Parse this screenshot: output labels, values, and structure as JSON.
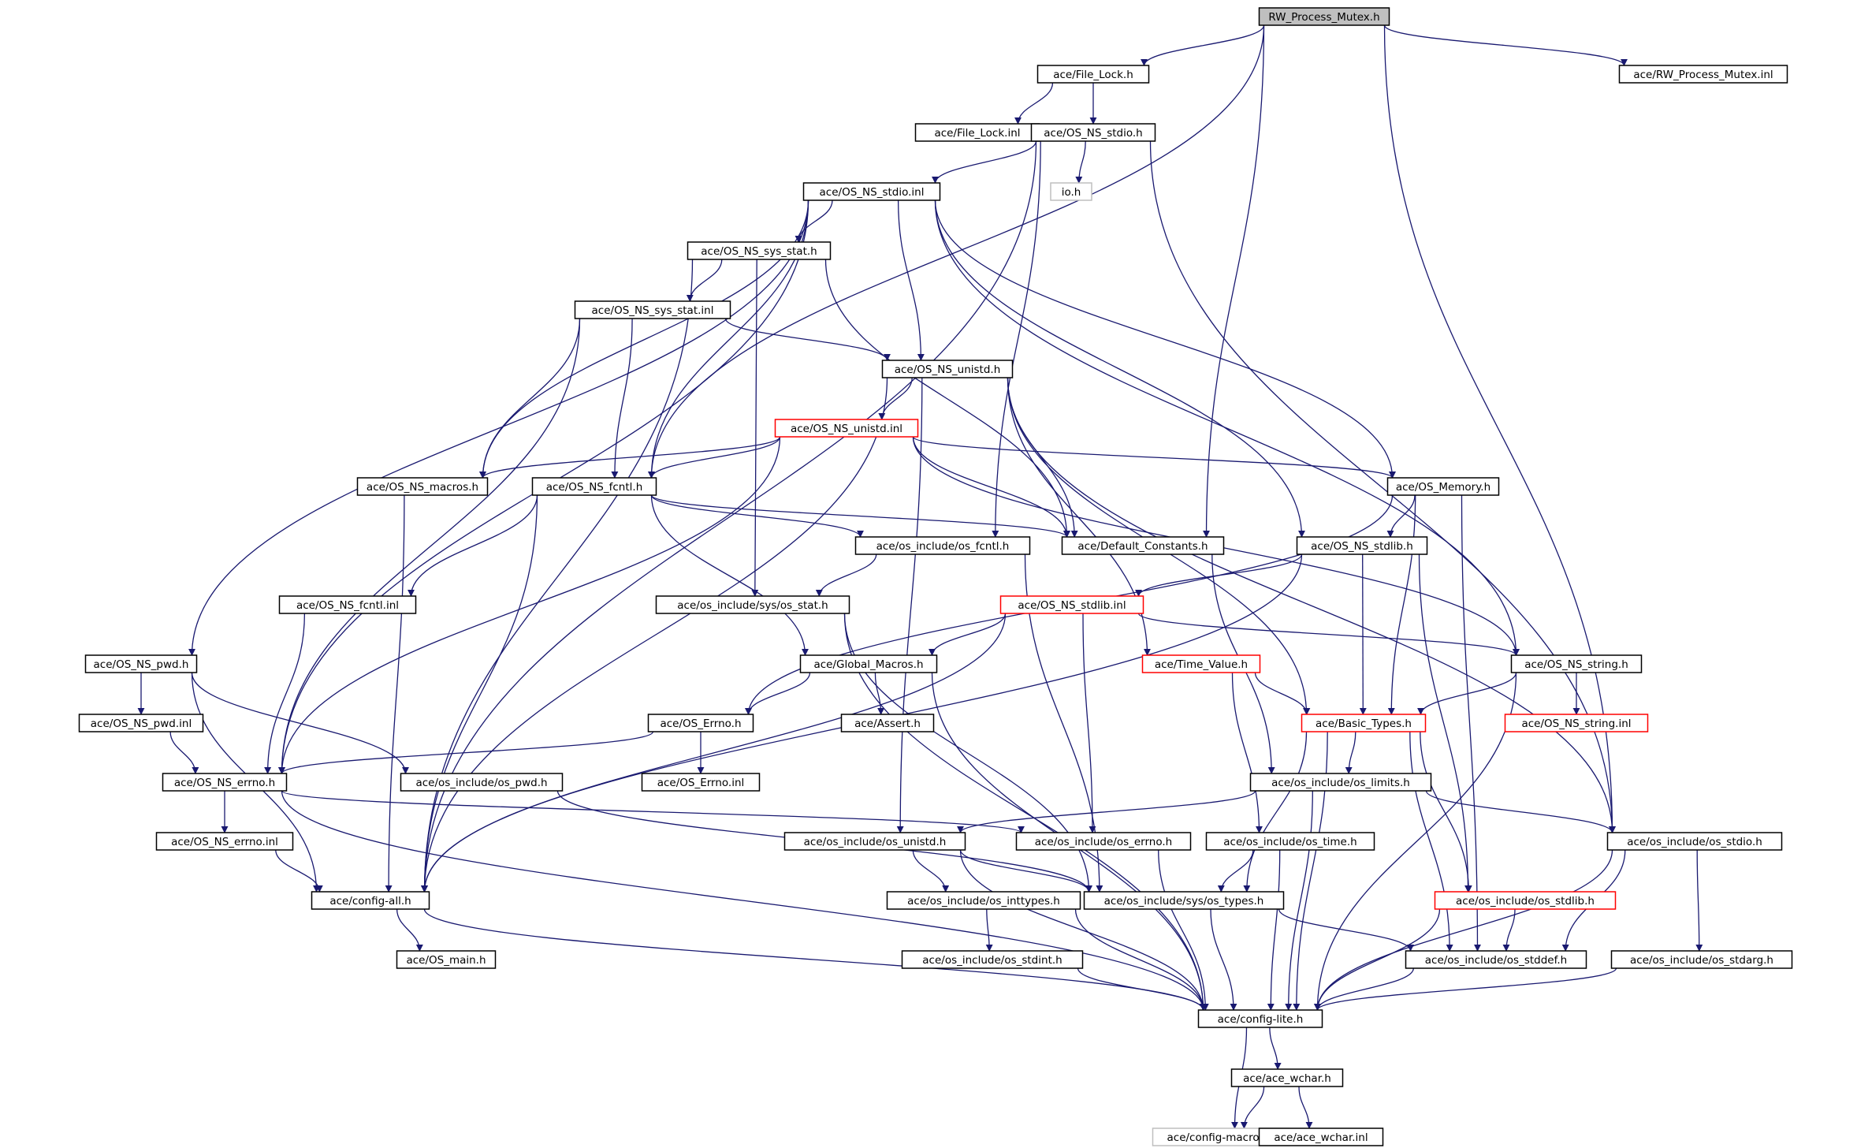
{
  "graph": {
    "colors": {
      "edge": "#191970",
      "border_normal": "#000000",
      "border_truncated": "#ff0000",
      "border_missing": "#bfbfbf",
      "fill_root": "#bfbfbf",
      "fill_normal": "#ffffff"
    },
    "nodes": [
      {
        "id": "root",
        "label": "RW_Process_Mutex.h",
        "style": "root"
      },
      {
        "id": "file_lock_h",
        "label": "ace/File_Lock.h",
        "style": "normal"
      },
      {
        "id": "rw_inl",
        "label": "ace/RW_Process_Mutex.inl",
        "style": "normal"
      },
      {
        "id": "file_lock_inl",
        "label": "ace/File_Lock.inl",
        "style": "normal"
      },
      {
        "id": "os_ns_stdio_h",
        "label": "ace/OS_NS_stdio.h",
        "style": "normal"
      },
      {
        "id": "io_h",
        "label": "io.h",
        "style": "missing"
      },
      {
        "id": "os_ns_stdio_inl",
        "label": "ace/OS_NS_stdio.inl",
        "style": "normal"
      },
      {
        "id": "sys_stat_h",
        "label": "ace/OS_NS_sys_stat.h",
        "style": "normal"
      },
      {
        "id": "sys_stat_inl",
        "label": "ace/OS_NS_sys_stat.inl",
        "style": "normal"
      },
      {
        "id": "unistd_h",
        "label": "ace/OS_NS_unistd.h",
        "style": "normal"
      },
      {
        "id": "unistd_inl",
        "label": "ace/OS_NS_unistd.inl",
        "style": "truncated"
      },
      {
        "id": "macros_h",
        "label": "ace/OS_NS_macros.h",
        "style": "normal"
      },
      {
        "id": "fcntl_h",
        "label": "ace/OS_NS_fcntl.h",
        "style": "normal"
      },
      {
        "id": "memory_h",
        "label": "ace/OS_Memory.h",
        "style": "normal"
      },
      {
        "id": "os_fcntl_h",
        "label": "ace/os_include/os_fcntl.h",
        "style": "normal"
      },
      {
        "id": "default_constants_h",
        "label": "ace/Default_Constants.h",
        "style": "normal"
      },
      {
        "id": "stdlib_h",
        "label": "ace/OS_NS_stdlib.h",
        "style": "normal"
      },
      {
        "id": "fcntl_inl",
        "label": "ace/OS_NS_fcntl.inl",
        "style": "normal"
      },
      {
        "id": "os_stat_h",
        "label": "ace/os_include/sys/os_stat.h",
        "style": "normal"
      },
      {
        "id": "stdlib_inl",
        "label": "ace/OS_NS_stdlib.inl",
        "style": "truncated"
      },
      {
        "id": "pwd_h",
        "label": "ace/OS_NS_pwd.h",
        "style": "normal"
      },
      {
        "id": "global_macros_h",
        "label": "ace/Global_Macros.h",
        "style": "normal"
      },
      {
        "id": "time_value_h",
        "label": "ace/Time_Value.h",
        "style": "truncated"
      },
      {
        "id": "string_h",
        "label": "ace/OS_NS_string.h",
        "style": "normal"
      },
      {
        "id": "pwd_inl",
        "label": "ace/OS_NS_pwd.inl",
        "style": "normal"
      },
      {
        "id": "os_errno_hdr",
        "label": "ace/OS_Errno.h",
        "style": "normal"
      },
      {
        "id": "assert_h",
        "label": "ace/Assert.h",
        "style": "normal"
      },
      {
        "id": "basic_types_h",
        "label": "ace/Basic_Types.h",
        "style": "truncated"
      },
      {
        "id": "string_inl",
        "label": "ace/OS_NS_string.inl",
        "style": "truncated"
      },
      {
        "id": "errno_h",
        "label": "ace/OS_NS_errno.h",
        "style": "normal"
      },
      {
        "id": "os_pwd_h",
        "label": "ace/os_include/os_pwd.h",
        "style": "normal"
      },
      {
        "id": "os_errno_inl",
        "label": "ace/OS_Errno.inl",
        "style": "normal"
      },
      {
        "id": "os_limits_h",
        "label": "ace/os_include/os_limits.h",
        "style": "normal"
      },
      {
        "id": "errno_inl",
        "label": "ace/OS_NS_errno.inl",
        "style": "normal"
      },
      {
        "id": "os_unistd_h",
        "label": "ace/os_include/os_unistd.h",
        "style": "normal"
      },
      {
        "id": "os_errno_h",
        "label": "ace/os_include/os_errno.h",
        "style": "normal"
      },
      {
        "id": "os_time_h",
        "label": "ace/os_include/os_time.h",
        "style": "normal"
      },
      {
        "id": "os_stdio_h",
        "label": "ace/os_include/os_stdio.h",
        "style": "normal"
      },
      {
        "id": "config_all_h",
        "label": "ace/config-all.h",
        "style": "normal"
      },
      {
        "id": "os_inttypes_h",
        "label": "ace/os_include/os_inttypes.h",
        "style": "normal"
      },
      {
        "id": "os_types_h",
        "label": "ace/os_include/sys/os_types.h",
        "style": "normal"
      },
      {
        "id": "os_stdlib_h",
        "label": "ace/os_include/os_stdlib.h",
        "style": "truncated"
      },
      {
        "id": "os_main_h",
        "label": "ace/OS_main.h",
        "style": "normal"
      },
      {
        "id": "os_stdint_h",
        "label": "ace/os_include/os_stdint.h",
        "style": "normal"
      },
      {
        "id": "os_stddef_h",
        "label": "ace/os_include/os_stddef.h",
        "style": "normal"
      },
      {
        "id": "os_stdarg_h",
        "label": "ace/os_include/os_stdarg.h",
        "style": "normal"
      },
      {
        "id": "config_lite_h",
        "label": "ace/config-lite.h",
        "style": "normal"
      },
      {
        "id": "ace_wchar_h",
        "label": "ace/ace_wchar.h",
        "style": "normal"
      },
      {
        "id": "config_macros_h",
        "label": "ace/config-macros.h",
        "style": "missing"
      },
      {
        "id": "ace_wchar_inl",
        "label": "ace/ace_wchar.inl",
        "style": "normal"
      }
    ],
    "edges": [
      [
        "root",
        "file_lock_h"
      ],
      [
        "root",
        "rw_inl"
      ],
      [
        "root",
        "fcntl_h"
      ],
      [
        "root",
        "default_constants_h"
      ],
      [
        "root",
        "os_stdio_h"
      ],
      [
        "file_lock_h",
        "file_lock_inl"
      ],
      [
        "file_lock_h",
        "os_ns_stdio_h"
      ],
      [
        "os_ns_stdio_h",
        "io_h"
      ],
      [
        "os_ns_stdio_h",
        "os_ns_stdio_inl"
      ],
      [
        "os_ns_stdio_h",
        "config_all_h"
      ],
      [
        "os_ns_stdio_h",
        "os_fcntl_h"
      ],
      [
        "os_ns_stdio_h",
        "os_stdio_h"
      ],
      [
        "os_ns_stdio_inl",
        "sys_stat_h"
      ],
      [
        "os_ns_stdio_inl",
        "unistd_h"
      ],
      [
        "os_ns_stdio_inl",
        "macros_h"
      ],
      [
        "os_ns_stdio_inl",
        "fcntl_h"
      ],
      [
        "os_ns_stdio_inl",
        "memory_h"
      ],
      [
        "os_ns_stdio_inl",
        "stdlib_h"
      ],
      [
        "os_ns_stdio_inl",
        "string_h"
      ],
      [
        "os_ns_stdio_inl",
        "pwd_h"
      ],
      [
        "os_ns_stdio_inl",
        "errno_h"
      ],
      [
        "sys_stat_h",
        "sys_stat_inl"
      ],
      [
        "sys_stat_h",
        "os_stat_h"
      ],
      [
        "sys_stat_h",
        "default_constants_h"
      ],
      [
        "sys_stat_h",
        "config_all_h"
      ],
      [
        "sys_stat_inl",
        "unistd_h"
      ],
      [
        "sys_stat_inl",
        "macros_h"
      ],
      [
        "sys_stat_inl",
        "fcntl_h"
      ],
      [
        "sys_stat_inl",
        "errno_h"
      ],
      [
        "unistd_h",
        "unistd_inl"
      ],
      [
        "unistd_h",
        "time_value_h"
      ],
      [
        "unistd_h",
        "basic_types_h"
      ],
      [
        "unistd_h",
        "os_unistd_h"
      ],
      [
        "unistd_h",
        "os_stdio_h"
      ],
      [
        "unistd_h",
        "config_all_h"
      ],
      [
        "unistd_h",
        "default_constants_h"
      ],
      [
        "unistd_inl",
        "macros_h"
      ],
      [
        "unistd_inl",
        "fcntl_h"
      ],
      [
        "unistd_inl",
        "memory_h"
      ],
      [
        "unistd_inl",
        "default_constants_h"
      ],
      [
        "unistd_inl",
        "string_h"
      ],
      [
        "unistd_inl",
        "errno_h"
      ],
      [
        "macros_h",
        "config_all_h"
      ],
      [
        "fcntl_h",
        "fcntl_inl"
      ],
      [
        "fcntl_h",
        "os_fcntl_h"
      ],
      [
        "fcntl_h",
        "global_macros_h"
      ],
      [
        "fcntl_h",
        "default_constants_h"
      ],
      [
        "fcntl_h",
        "config_all_h"
      ],
      [
        "memory_h",
        "stdlib_h"
      ],
      [
        "memory_h",
        "basic_types_h"
      ],
      [
        "memory_h",
        "os_errno_hdr"
      ],
      [
        "memory_h",
        "os_stddef_h"
      ],
      [
        "os_fcntl_h",
        "os_stat_h"
      ],
      [
        "os_fcntl_h",
        "os_types_h"
      ],
      [
        "default_constants_h",
        "os_limits_h"
      ],
      [
        "stdlib_h",
        "stdlib_inl"
      ],
      [
        "stdlib_h",
        "basic_types_h"
      ],
      [
        "stdlib_h",
        "os_stdlib_h"
      ],
      [
        "stdlib_h",
        "config_all_h"
      ],
      [
        "fcntl_inl",
        "errno_h"
      ],
      [
        "os_stat_h",
        "os_types_h"
      ],
      [
        "os_stat_h",
        "config_lite_h"
      ],
      [
        "stdlib_inl",
        "global_macros_h"
      ],
      [
        "stdlib_inl",
        "string_h"
      ],
      [
        "stdlib_inl",
        "os_errno_h"
      ],
      [
        "stdlib_inl",
        "config_all_h"
      ],
      [
        "pwd_h",
        "pwd_inl"
      ],
      [
        "pwd_h",
        "os_pwd_h"
      ],
      [
        "pwd_h",
        "config_all_h"
      ],
      [
        "global_macros_h",
        "os_errno_hdr"
      ],
      [
        "global_macros_h",
        "assert_h"
      ],
      [
        "global_macros_h",
        "config_lite_h"
      ],
      [
        "time_value_h",
        "basic_types_h"
      ],
      [
        "time_value_h",
        "os_time_h"
      ],
      [
        "string_h",
        "string_inl"
      ],
      [
        "string_h",
        "basic_types_h"
      ],
      [
        "string_h",
        "config_lite_h"
      ],
      [
        "pwd_inl",
        "errno_h"
      ],
      [
        "os_errno_hdr",
        "os_errno_inl"
      ],
      [
        "os_errno_hdr",
        "errno_h"
      ],
      [
        "basic_types_h",
        "os_limits_h"
      ],
      [
        "basic_types_h",
        "os_types_h"
      ],
      [
        "basic_types_h",
        "os_stdlib_h"
      ],
      [
        "basic_types_h",
        "os_stddef_h"
      ],
      [
        "basic_types_h",
        "config_lite_h"
      ],
      [
        "errno_h",
        "errno_inl"
      ],
      [
        "errno_h",
        "os_errno_h"
      ],
      [
        "errno_h",
        "config_lite_h"
      ],
      [
        "os_pwd_h",
        "os_types_h"
      ],
      [
        "os_limits_h",
        "os_unistd_h"
      ],
      [
        "os_limits_h",
        "os_stdio_h"
      ],
      [
        "os_limits_h",
        "config_lite_h"
      ],
      [
        "errno_inl",
        "config_all_h"
      ],
      [
        "os_unistd_h",
        "os_inttypes_h"
      ],
      [
        "os_unistd_h",
        "os_types_h"
      ],
      [
        "os_unistd_h",
        "config_lite_h"
      ],
      [
        "os_errno_h",
        "config_lite_h"
      ],
      [
        "os_time_h",
        "os_types_h"
      ],
      [
        "os_time_h",
        "config_lite_h"
      ],
      [
        "os_stdio_h",
        "os_stdarg_h"
      ],
      [
        "os_stdio_h",
        "os_stddef_h"
      ],
      [
        "os_stdio_h",
        "config_lite_h"
      ],
      [
        "config_all_h",
        "os_main_h"
      ],
      [
        "config_all_h",
        "config_lite_h"
      ],
      [
        "os_inttypes_h",
        "os_stdint_h"
      ],
      [
        "os_inttypes_h",
        "config_lite_h"
      ],
      [
        "os_types_h",
        "os_stddef_h"
      ],
      [
        "os_types_h",
        "config_lite_h"
      ],
      [
        "os_stdlib_h",
        "os_stddef_h"
      ],
      [
        "os_stdlib_h",
        "config_lite_h"
      ],
      [
        "os_stdint_h",
        "config_lite_h"
      ],
      [
        "os_stddef_h",
        "config_lite_h"
      ],
      [
        "os_stdarg_h",
        "config_lite_h"
      ],
      [
        "config_lite_h",
        "ace_wchar_h"
      ],
      [
        "config_lite_h",
        "config_macros_h"
      ],
      [
        "ace_wchar_h",
        "ace_wchar_inl"
      ],
      [
        "ace_wchar_h",
        "config_macros_h"
      ]
    ]
  }
}
